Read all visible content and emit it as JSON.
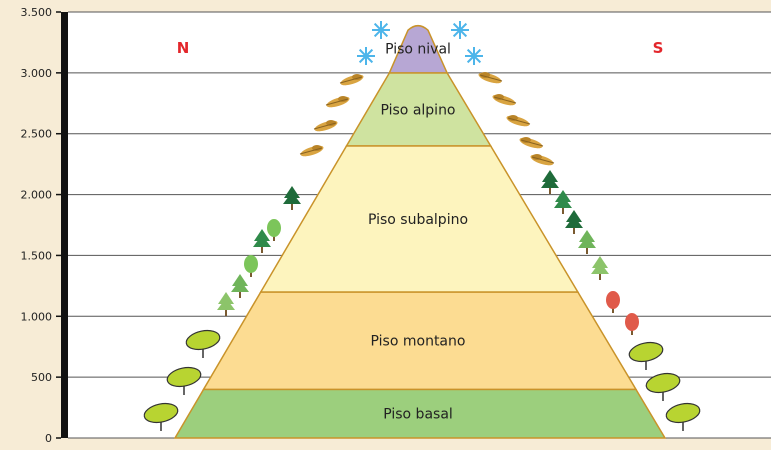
{
  "colors": {
    "background": "#f7ecd6",
    "plot": "#ffffff",
    "basal": "#9ccf7d",
    "montano": "#fcdc92",
    "subalpino": "#fdf4be",
    "alpino": "#cfe3a0",
    "nival": "#b7a7d4",
    "outline": "#c9932a",
    "direction": "#e3262b",
    "snowflake": "#4db5ea"
  },
  "y_axis": {
    "max": 3500,
    "ticks": [
      {
        "value": 3500,
        "label": "3.500"
      },
      {
        "value": 3000,
        "label": "3.000"
      },
      {
        "value": 2500,
        "label": "2.500"
      },
      {
        "value": 2000,
        "label": "2.000"
      },
      {
        "value": 1500,
        "label": "1.500"
      },
      {
        "value": 1000,
        "label": "1.000"
      },
      {
        "value": 500,
        "label": "500"
      },
      {
        "value": 0,
        "label": "0"
      }
    ]
  },
  "directions": {
    "north": "N",
    "south": "S"
  },
  "zones": [
    {
      "id": "basal",
      "label": "Piso basal",
      "from": 0,
      "to": 400
    },
    {
      "id": "montano",
      "label": "Piso montano",
      "from": 400,
      "to": 1200
    },
    {
      "id": "subalpino",
      "label": "Piso subalpino",
      "from": 1200,
      "to": 2400
    },
    {
      "id": "alpino",
      "label": "Piso alpino",
      "from": 2400,
      "to": 3000
    },
    {
      "id": "nival",
      "label": "Piso nival",
      "from": 3000,
      "to": 3400
    }
  ],
  "icons": {
    "snow": "snowflake-icon",
    "shrub": "shrub-icon",
    "conifer": "conifer-tree-icon",
    "broadleaf": "broadleaf-tree-icon",
    "olive": "olive-tree-icon"
  }
}
